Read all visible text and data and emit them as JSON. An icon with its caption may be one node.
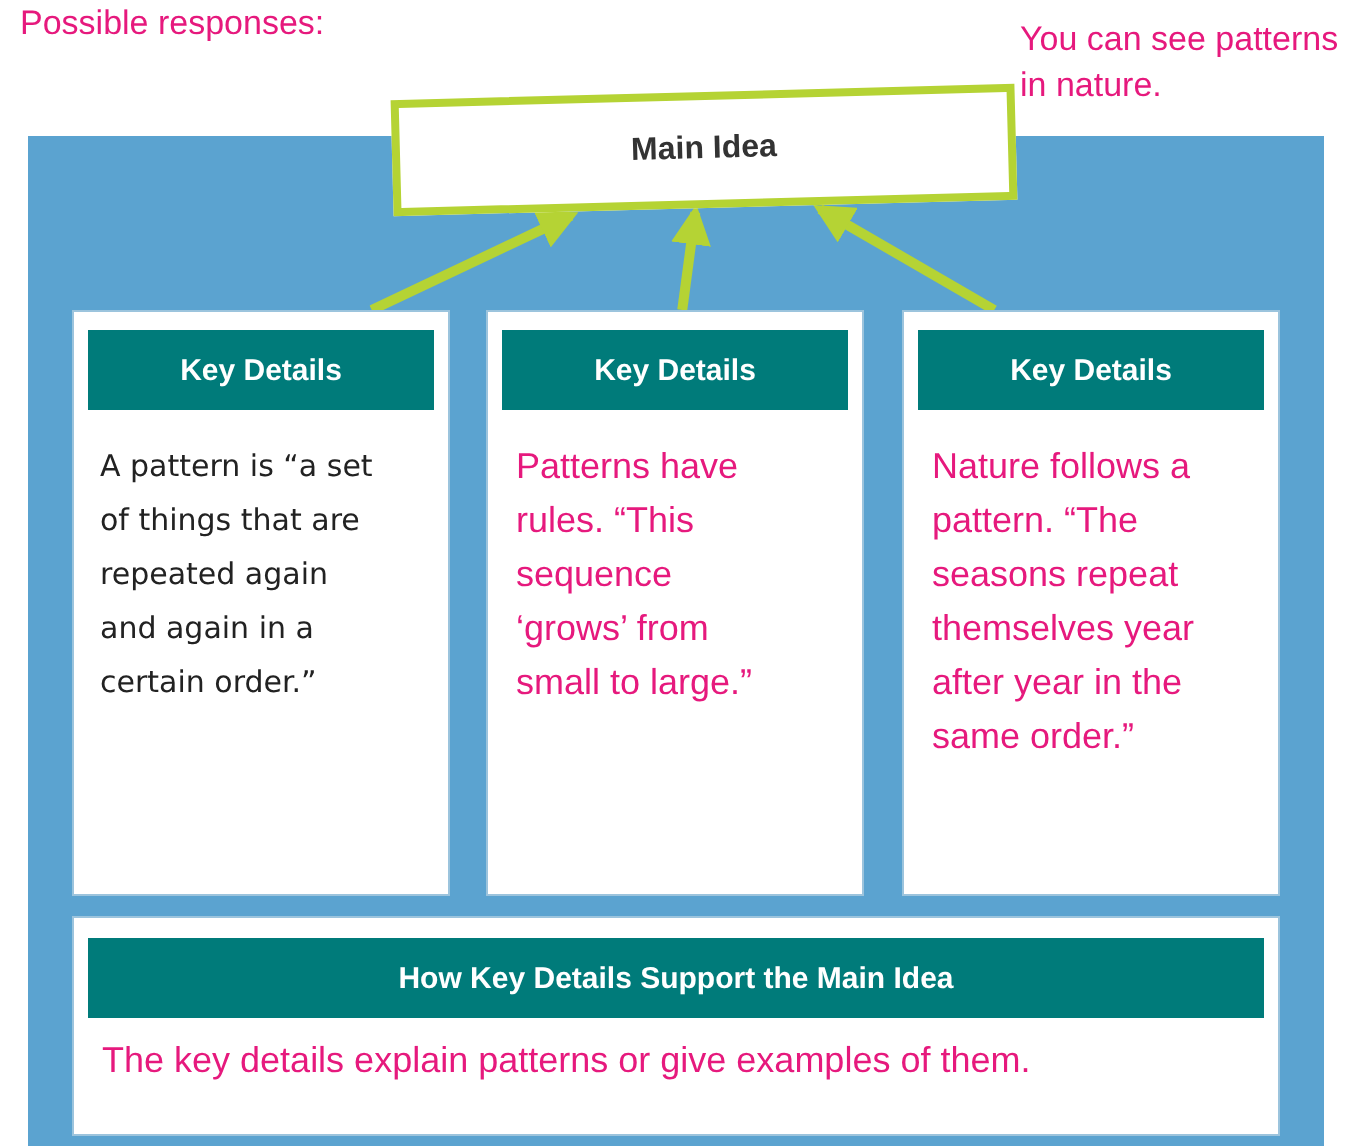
{
  "diagram": {
    "nodes": [
      {
        "text": [],
        "shape": "box"
      },
      {
        "text": [
          "Main Idea"
        ],
        "beside": [
          "You can see patterns in nature."
        ]
      },
      {
        "text": [
          "Key Details",
          "A pattern is “a set of things that are repeated again and again in a certain order.”"
        ],
        "in": 0
      },
      {
        "text": [
          "Key Details",
          "Patterns have rules. “This sequence ‘grows’ from small to large.”"
        ],
        "in": 0
      },
      {
        "text": [
          "Key Details",
          "Nature follows a pattern. “The seasons repeat themselves year after year in the same order.”"
        ],
        "in": 0
      },
      {
        "text": [
          "How Key Details Support the Main Idea",
          "The key details explain patterns or give examples of them."
        ],
        "in": 0
      }
    ],
    "edges": [
      {
        "from": 2,
        "to": 1,
        "arrow": "to"
      },
      {
        "from": 3,
        "to": 1,
        "arrow": "to"
      },
      {
        "from": 4,
        "to": 1,
        "arrow": "to"
      }
    ],
    "labels": [
      "Possible responses:"
    ]
  }
}
